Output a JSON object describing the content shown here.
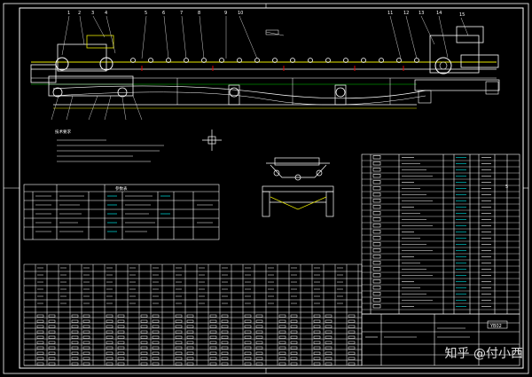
{
  "drawing": {
    "title_block_code": "YB02",
    "sheet_mark": "5",
    "tech_req_heading": "技术要求",
    "params_table_heading": "参数表",
    "watermark": "知乎 @付小西"
  },
  "colors": {
    "background": "#000000",
    "white": "#ffffff",
    "yellow": "#e8e800",
    "cyan": "#00c8c8",
    "green": "#00d200",
    "red": "#e00000",
    "magenta": "#d400d4"
  }
}
